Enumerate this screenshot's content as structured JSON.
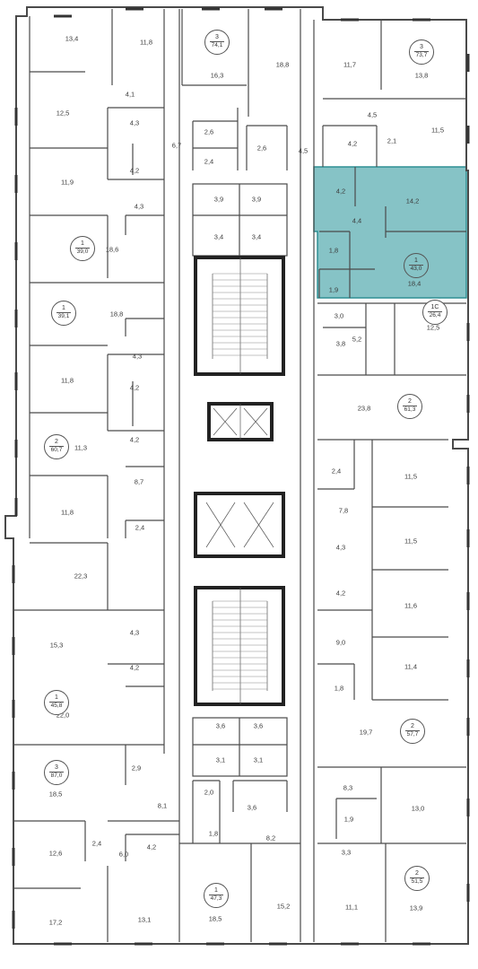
{
  "highlight_color": "#86c3c6",
  "apartments": [
    {
      "id": "apt-3-74-1",
      "rooms": "3",
      "area": "74,1"
    },
    {
      "id": "apt-3-73-7",
      "rooms": "3",
      "area": "73,7"
    },
    {
      "id": "apt-1-43-0",
      "rooms": "1",
      "area": "43,0",
      "selected": true
    },
    {
      "id": "apt-1-39-0",
      "rooms": "1",
      "area": "39,0"
    },
    {
      "id": "apt-1-39-1",
      "rooms": "1",
      "area": "39,1"
    },
    {
      "id": "apt-1c-26-4",
      "rooms": "1С",
      "area": "26,4"
    },
    {
      "id": "apt-2-61-3",
      "rooms": "2",
      "area": "61,3"
    },
    {
      "id": "apt-2-60-7",
      "rooms": "2",
      "area": "60,7"
    },
    {
      "id": "apt-1-45-8",
      "rooms": "1",
      "area": "45,8"
    },
    {
      "id": "apt-2-57-7",
      "rooms": "2",
      "area": "57,7"
    },
    {
      "id": "apt-3-87-0",
      "rooms": "3",
      "area": "87,0"
    },
    {
      "id": "apt-2-51-5",
      "rooms": "2",
      "area": "51,5"
    },
    {
      "id": "apt-1-47-3",
      "rooms": "1",
      "area": "47,3"
    }
  ],
  "room_areas": {
    "a_13_4": "13,4",
    "a_11_8_top": "11,8",
    "a_16_3": "16,3",
    "a_18_8_top": "18,8",
    "a_11_7": "11,7",
    "a_13_8": "13,8",
    "a_4_1": "4,1",
    "a_12_5_left": "12,5",
    "a_4_3_a": "4,3",
    "a_4_2_a": "4,2",
    "a_6_7": "6,7",
    "a_2_6_a": "2,6",
    "a_2_6_b": "2,6",
    "a_2_4_a": "2,4",
    "a_4_5": "4,5",
    "a_4_5_b": "4,5",
    "a_4_2_b": "4,2",
    "a_2_1": "2,1",
    "a_11_5_a": "11,5",
    "a_11_9": "11,9",
    "a_4_3_b": "4,3",
    "a_3_9_a": "3,9",
    "a_3_9_b": "3,9",
    "a_3_4_a": "3,4",
    "a_3_4_b": "3,4",
    "a_4_2_sel": "4,2",
    "a_14_2": "14,2",
    "a_4_4": "4,4",
    "a_1_8_sel": "1,8",
    "a_18_4": "18,4",
    "a_1_9_a": "1,9",
    "a_18_6": "18,6",
    "a_18_8_b": "18,8",
    "a_3_0": "3,0",
    "a_3_8": "3,8",
    "a_5_2": "5,2",
    "a_12_5_b": "12,5",
    "a_4_3_c": "4,3",
    "a_11_8_b": "11,8",
    "a_4_2_c": "4,2",
    "a_4_2_d": "4,2",
    "a_23_8": "23,8",
    "a_11_3": "11,3",
    "a_2_4_b": "2,4",
    "a_11_5_b": "11,5",
    "a_8_7": "8,7",
    "a_7_8": "7,8",
    "a_11_8_c": "11,8",
    "a_2_4_c": "2,4",
    "a_4_3_d": "4,3",
    "a_11_5_c": "11,5",
    "a_22_3": "22,3",
    "a_4_2_e": "4,2",
    "a_11_6": "11,6",
    "a_4_3_e": "4,3",
    "a_15_3": "15,3",
    "a_9_0": "9,0",
    "a_11_4": "11,4",
    "a_4_2_f": "4,2",
    "a_1_8_b": "1,8",
    "a_22_0": "22,0",
    "a_19_7": "19,7",
    "a_3_6_a": "3,6",
    "a_3_6_b": "3,6",
    "a_3_1_a": "3,1",
    "a_3_1_b": "3,1",
    "a_2_9": "2,9",
    "a_18_5_a": "18,5",
    "a_8_3": "8,3",
    "a_2_0": "2,0",
    "a_3_6_c": "3,6",
    "a_8_1": "8,1",
    "a_1_9_b": "1,9",
    "a_13_0": "13,0",
    "a_1_8_c": "1,8",
    "a_8_2": "8,2",
    "a_12_6": "12,6",
    "a_2_4_d": "2,4",
    "a_6_0": "6,0",
    "a_4_2_g": "4,2",
    "a_3_3": "3,3",
    "a_17_2": "17,2",
    "a_13_1": "13,1",
    "a_18_5_b": "18,5",
    "a_15_2": "15,2",
    "a_11_1": "11,1",
    "a_13_9": "13,9"
  }
}
